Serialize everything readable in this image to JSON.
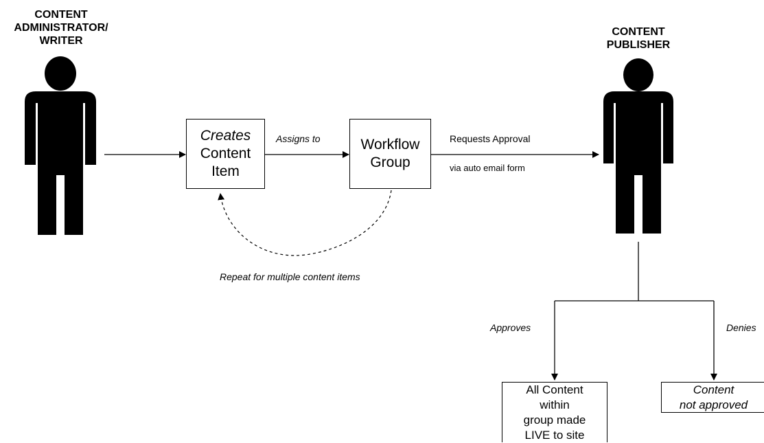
{
  "actors": {
    "writer": {
      "label": "CONTENT\nADMINISTRATOR/\nWRITER",
      "icon": "person-icon"
    },
    "publisher": {
      "label": "CONTENT\nPUBLISHER",
      "icon": "person-icon"
    }
  },
  "boxes": {
    "create": {
      "line1": "Creates",
      "line2": "Content\nItem"
    },
    "workflow": {
      "text": "Workflow\nGroup"
    },
    "approved": {
      "text": "All Content\nwithin\ngroup made\nLIVE to site"
    },
    "denied": {
      "text": "Content\nnot approved"
    }
  },
  "edges": {
    "assigns": "Assigns to",
    "requests_line1": "Requests Approval",
    "requests_line2": "via auto email form",
    "repeat": "Repeat for multiple content items",
    "approves": "Approves",
    "denies": "Denies"
  }
}
